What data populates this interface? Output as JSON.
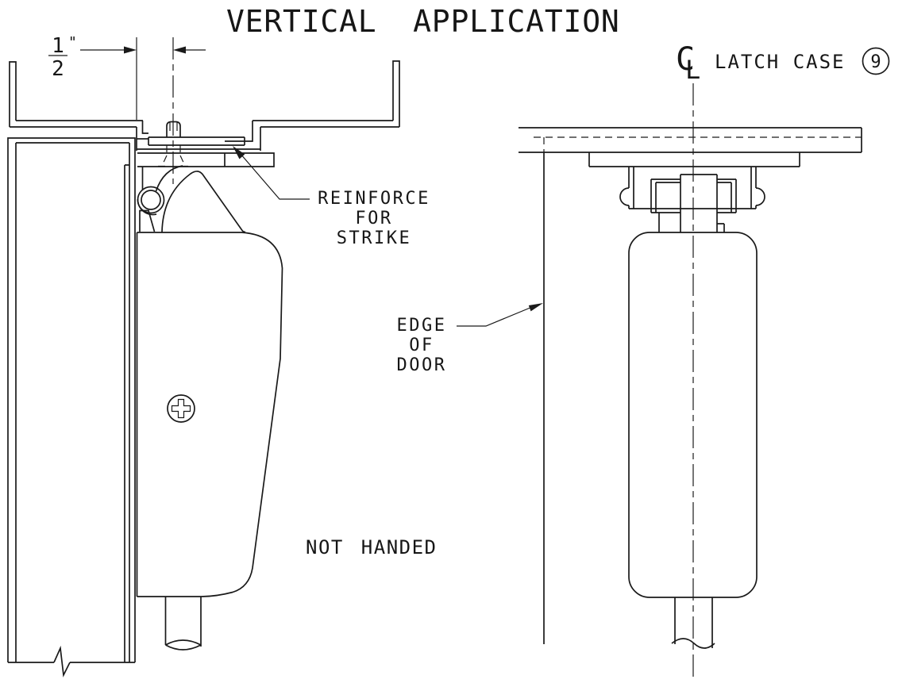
{
  "drawing": {
    "title": "VERTICAL APPLICATION",
    "dimension": {
      "numerator": "1",
      "denominator": "2",
      "unit": "\""
    },
    "latch_case": {
      "centerline_c": "C",
      "centerline_l": "L",
      "label": "LATCH CASE",
      "balloon": "9"
    },
    "notes": {
      "reinforce": {
        "line1": "REINFORCE",
        "line2": "FOR",
        "line3": "STRIKE"
      },
      "edge": {
        "line1": "EDGE",
        "line2": "OF",
        "line3": "DOOR"
      },
      "handed": "NOT HANDED"
    },
    "colors": {
      "line": "#1a1a1a",
      "background": "#ffffff"
    }
  }
}
